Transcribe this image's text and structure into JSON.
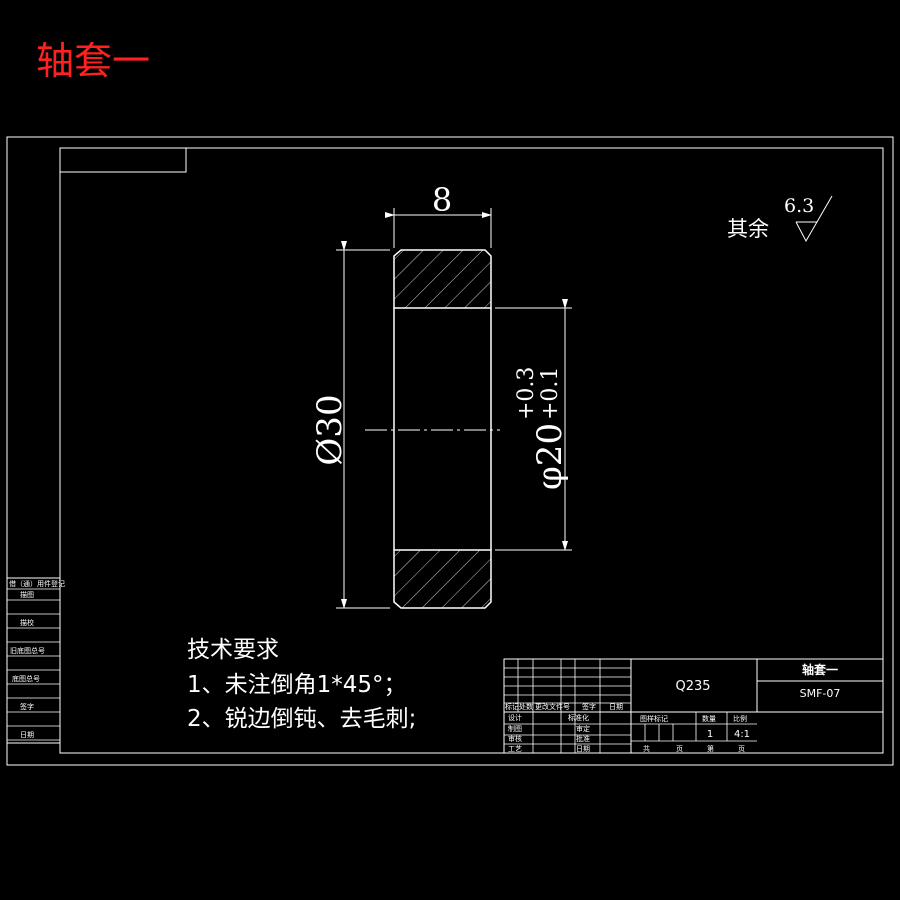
{
  "heading": "轴套一",
  "dimensions": {
    "width": "8",
    "outer_diameter": "Ø30",
    "inner_diameter": "φ20",
    "tol_upper": "+0.3",
    "tol_lower": "+0.1"
  },
  "roughness": {
    "prefix": "其余",
    "value": "6.3"
  },
  "tech_requirements": {
    "title": "技术要求",
    "items": [
      "1、未注倒角1*45°；",
      "2、锐边倒钝、去毛刺;"
    ]
  },
  "title_block": {
    "material": "Q235",
    "part_name": "轴套一",
    "drawing_no": "SMF-07",
    "quantity": "1",
    "scale": "4:1",
    "rev_labels": [
      "标记",
      "处数",
      "更改文件号",
      "签字",
      "日期"
    ],
    "left_col_labels": [
      "设计",
      "制图",
      "审核",
      "工艺"
    ],
    "mid_labels": [
      "标准化",
      "审定",
      "批准",
      "日期"
    ],
    "stage_labels": [
      "图样标记",
      "数量",
      "比例"
    ],
    "sheet_labels": [
      "共",
      "页",
      "第",
      "页"
    ]
  },
  "side_block": {
    "labels": [
      "借（通）用件登记",
      "描图",
      "描校",
      "旧底图总号",
      "底图总号",
      "签字",
      "日期"
    ]
  }
}
